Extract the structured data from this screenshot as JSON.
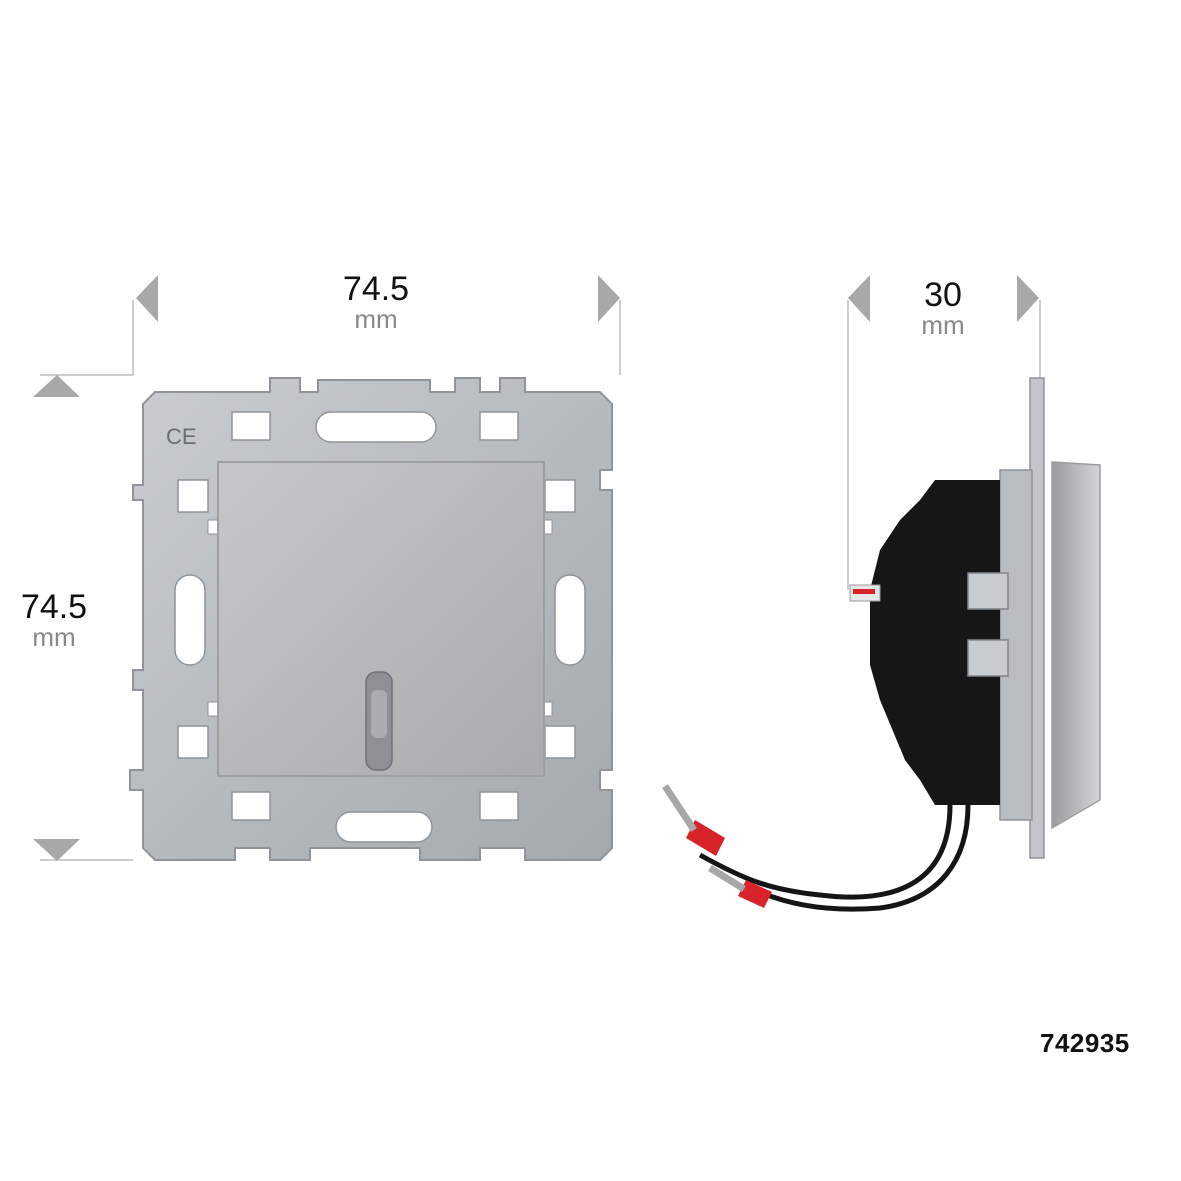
{
  "dimensions": {
    "front_width": {
      "value": "74.5",
      "unit": "mm"
    },
    "front_height": {
      "value": "74.5",
      "unit": "mm"
    },
    "side_depth": {
      "value": "30",
      "unit": "mm"
    }
  },
  "product_code": "742935",
  "colors": {
    "plate": "#b8bdc2",
    "plate_dark": "#8e949a",
    "rocker": "#b4b6b8",
    "mechanism": "#161616",
    "arrow": "#a8a8a8",
    "wire_tip": "#d8232a"
  },
  "marks": {
    "ce_mark": "CE"
  }
}
